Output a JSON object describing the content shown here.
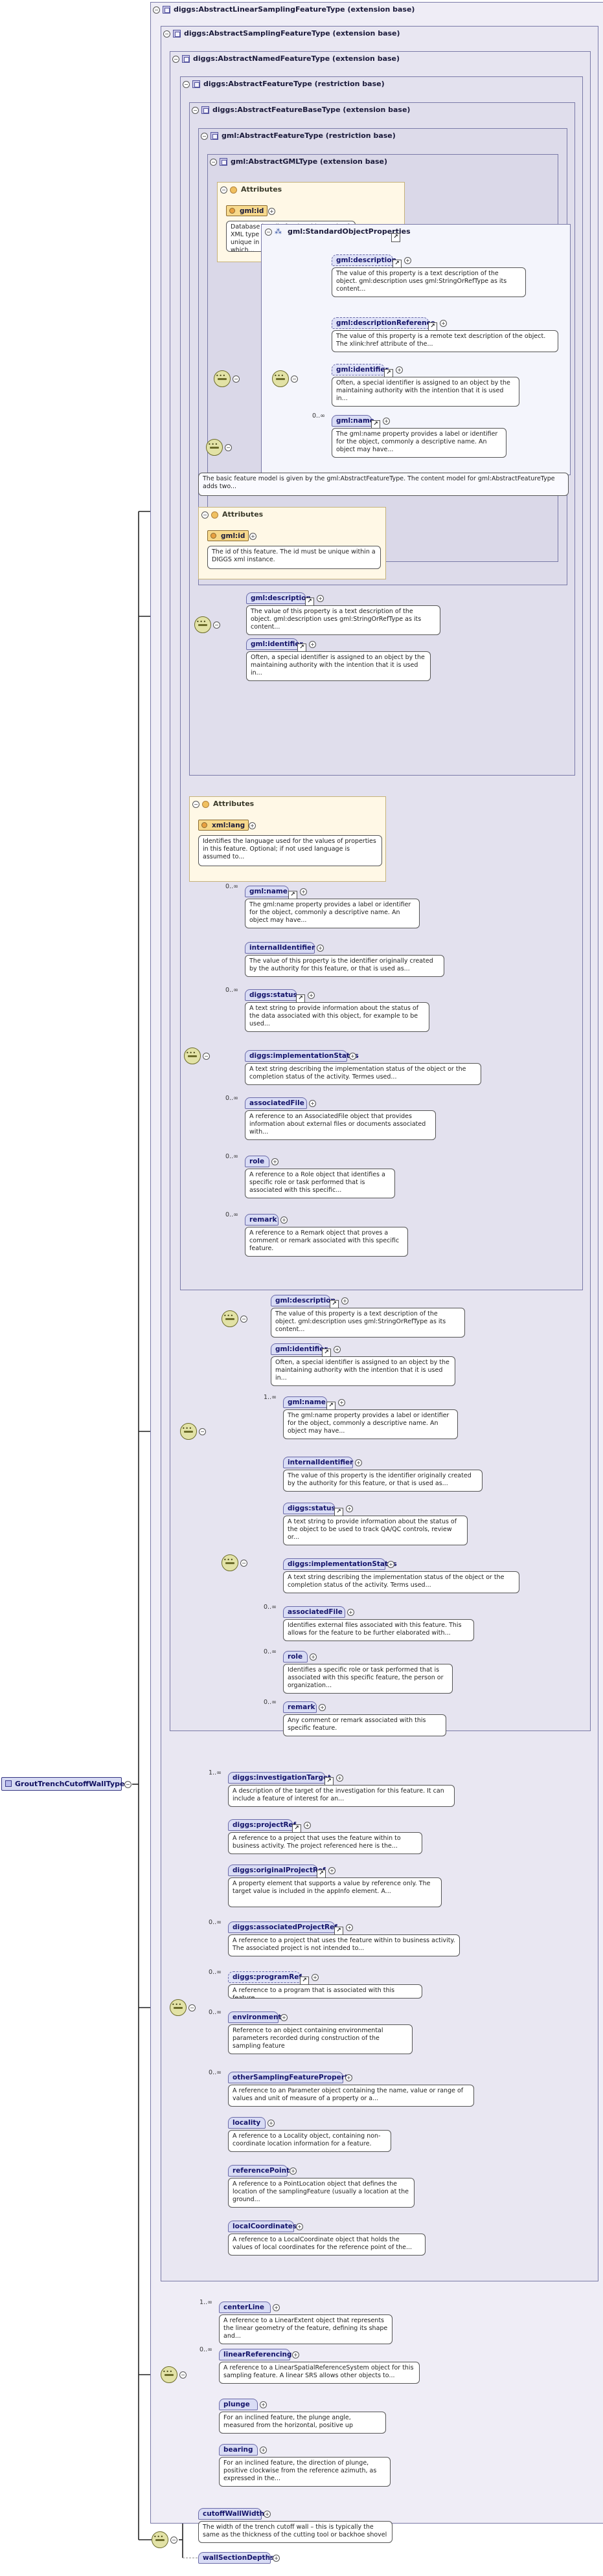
{
  "root": {
    "label": "GroutTrenchCutoffWallType"
  },
  "boxes": [
    {
      "title": "diggs:AbstractLinearSamplingFeatureType (extension base)"
    },
    {
      "title": "diggs:AbstractSamplingFeatureType (extension base)"
    },
    {
      "title": "diggs:AbstractNamedFeatureType (extension base)"
    },
    {
      "title": "diggs:AbstractFeatureType (restriction base)"
    },
    {
      "title": "diggs:AbstractFeatureBaseType (extension base)"
    },
    {
      "title": "gml:AbstractFeatureType (restriction base)"
    },
    {
      "title": "gml:AbstractGMLType (extension base)"
    }
  ],
  "gml_attrs": {
    "title": "Attributes",
    "items": [
      {
        "name": "gml:id",
        "doc": "Database handle for the object. It is of XML type ID, so is constrained to be unique in the XML document within which..."
      }
    ]
  },
  "std_props": {
    "label": "gml:StandardObjectProperties",
    "items": [
      {
        "name": "gml:description",
        "card": "",
        "doc": "The value of this property is a text description of the object. gml:description uses gml:StringOrRefType as its content..."
      },
      {
        "name": "gml:descriptionReference",
        "card": "",
        "doc": "The value of this property is a remote text description of the object. The xlink:href attribute of the..."
      },
      {
        "name": "gml:identifier",
        "card": "",
        "doc": "Often, a special identifier is assigned to an object by the maintaining authority with the intention that it is used in..."
      },
      {
        "name": "gml:name",
        "card": "0..∞",
        "doc": "The gml:name property provides a label or identifier for the object, commonly a descriptive name. An object may have..."
      }
    ]
  },
  "feature_base_doc": "The basic feature model is given by the gml:AbstractFeatureType. The content model for gml:AbstractFeatureType adds two...",
  "feature_attrs": {
    "title": "Attributes",
    "items": [
      {
        "name": "gml:id",
        "doc": "The id of this feature. The id must be unique within a DIGGS xml instance."
      }
    ]
  },
  "feature_seq": [
    {
      "name": "gml:description",
      "card": "",
      "doc": "The value of this property is a text description of the object. gml:description uses gml:StringOrRefType as its content..."
    },
    {
      "name": "gml:identifier",
      "card": "",
      "doc": "Often, a special identifier is assigned to an object by the maintaining authority with the intention that it is used in..."
    }
  ],
  "named_attrs": {
    "title": "Attributes",
    "items": [
      {
        "name": "xml:lang",
        "doc": "Identifies the language used for the values of properties in this feature. Optional; if not used language is assumed to..."
      }
    ]
  },
  "named_seq": [
    {
      "name": "gml:name",
      "card": "0..∞",
      "doc": "The gml:name property provides a label or identifier for the object, commonly a descriptive name. An object may have..."
    },
    {
      "name": "internalIdentifier",
      "card": "",
      "doc": "The value of this property is the identifier originally created by the authority for this feature, or that is used as..."
    },
    {
      "name": "diggs:status",
      "card": "0..∞",
      "doc": "A text string to provide information about the status of the data associated with this object, for example to be used..."
    },
    {
      "name": "diggs:implementationStatus",
      "card": "",
      "doc": "A text string describing the implementation status of the object or the completion status of the activity. Termes used..."
    },
    {
      "name": "associatedFile",
      "card": "0..∞",
      "doc": "A reference to an AssociatedFile object that provides information about external files or documents associated with..."
    },
    {
      "name": "role",
      "card": "0..∞",
      "doc": "A reference to a Role object that identifies a specific role or task performed that is associated with this specific..."
    },
    {
      "name": "remark",
      "card": "0..∞",
      "doc": "A reference to a Remark object that proves a comment or remark associated with this specific feature."
    }
  ],
  "restrict_seq_a": [
    {
      "name": "gml:description",
      "card": "",
      "doc": "The value of this property is a text description of the object. gml:description uses gml:StringOrRefType as its content..."
    },
    {
      "name": "gml:identifier",
      "card": "",
      "doc": "Often, a special identifier is assigned to an object by the maintaining authority with the intention that it is used in..."
    }
  ],
  "restrict_seq_b": [
    {
      "name": "gml:name",
      "card": "1..∞",
      "doc": "The gml:name property provides a label or identifier for the object, commonly a descriptive name. An object may have..."
    },
    {
      "name": "internalIdentifier",
      "card": "",
      "doc": "The value of this property is the identifier originally created by the authority for this feature, or that is used as..."
    },
    {
      "name": "diggs:status",
      "card": "",
      "doc": "A text string to provide information about the status of the object to be used to track QA/QC controls, review or..."
    },
    {
      "name": "diggs:implementationStatus",
      "card": "",
      "doc": "A text string describing the implementation status of the object or the completion status of the activity. Terms used..."
    },
    {
      "name": "associatedFile",
      "card": "0..∞",
      "doc": "Identifies external files associated with this feature. This allows for the feature to be further elaborated with..."
    },
    {
      "name": "role",
      "card": "0..∞",
      "doc": "Identifies a specific role or task performed that is associated with this specific feature, the person or organization..."
    },
    {
      "name": "remark",
      "card": "0..∞",
      "doc": "Any comment or remark associated with this specific feature."
    }
  ],
  "sampling_seq": [
    {
      "name": "diggs:investigationTarget",
      "card": "1..∞",
      "doc": "A description of the target of the investigation for this feature. It can include a feature of interest for an..."
    },
    {
      "name": "diggs:projectRef",
      "card": "",
      "doc": "A reference to a project that uses the feature within to business activity. The project referenced here is the..."
    },
    {
      "name": "diggs:originalProjectRef",
      "card": "",
      "doc": "A property element that supports a value by reference only. The target value is included in the appInfo element. A..."
    },
    {
      "name": "diggs:associatedProjectRef",
      "card": "0..∞",
      "doc": "A reference to a project that uses the feature within to business activity. The associated project is not intended to..."
    },
    {
      "name": "diggs:programRef",
      "card": "0..∞",
      "doc": "A reference to a program that is associated with this feature."
    },
    {
      "name": "environment",
      "card": "0..∞",
      "doc": "Reference to an object containing environmental parameters recorded during construction of the sampling feature"
    },
    {
      "name": "otherSamplingFeatureProperty",
      "card": "0..∞",
      "doc": "A reference to an Parameter object containing the name, value or range of values and unit of measure of a property or a..."
    },
    {
      "name": "locality",
      "card": "",
      "doc": "A reference to a Locality object, containing non-coordinate location information for a feature."
    },
    {
      "name": "referencePoint",
      "card": "",
      "doc": "A reference to a PointLocation object that defines the location of the samplingFeature (usually a location at the ground..."
    },
    {
      "name": "localCoordinates",
      "card": "",
      "doc": "A reference to a LocalCoordinate object that holds the values of local coordinates for the reference point of the..."
    }
  ],
  "linear_seq": [
    {
      "name": "centerLine",
      "card": "1..∞",
      "doc": "A reference to a LinearExtent object that represents the linear geometry of the feature, defining its shape and..."
    },
    {
      "name": "linearReferencing",
      "card": "0..∞",
      "doc": "A reference to a LinearSpatialReferenceSystem object for this sampling feature. A linear SRS allows other objects to..."
    },
    {
      "name": "plunge",
      "card": "",
      "doc": "For an inclined feature, the plunge angle, measured from the horizontal, positive up"
    },
    {
      "name": "bearing",
      "card": "",
      "doc": "For an inclined feature, the direction of plunge, positive clockwise from the reference azimuth, as expressed in the..."
    }
  ],
  "own_seq": [
    {
      "name": "cutoffWallWidth",
      "card": "",
      "doc": "The width of the trench cutoff wall – this is typically the same as the thickness of the cutting tool or backhoe shovel"
    },
    {
      "name": "wallSectionDepths",
      "card": "",
      "doc": ""
    }
  ]
}
